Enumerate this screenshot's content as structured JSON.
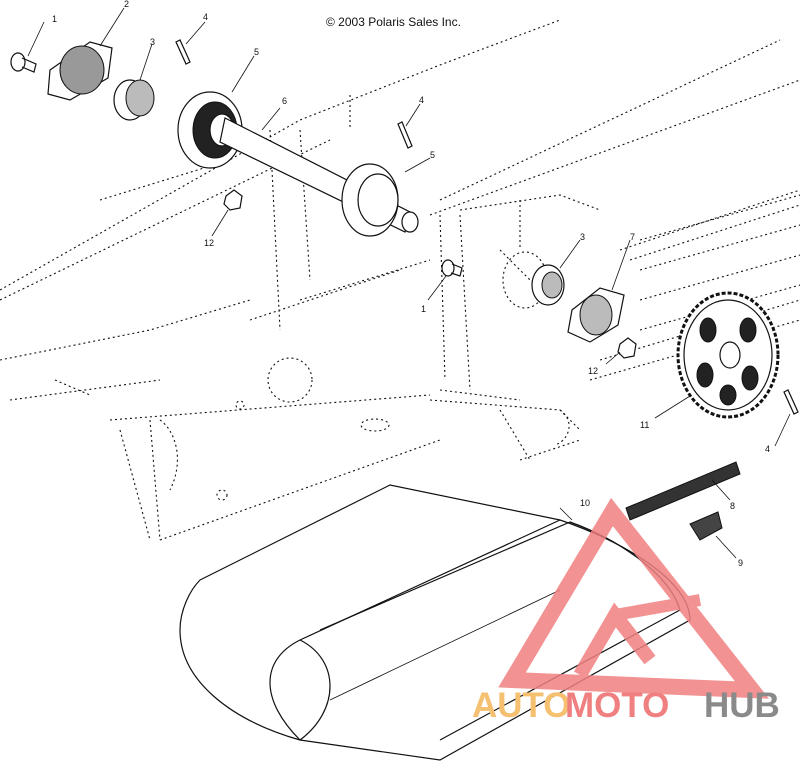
{
  "copyright": "© 2003 Polaris Sales Inc.",
  "callouts": [
    {
      "id": "c1a",
      "text": "1"
    },
    {
      "id": "c2",
      "text": "2"
    },
    {
      "id": "c3a",
      "text": "3"
    },
    {
      "id": "c4a",
      "text": "4"
    },
    {
      "id": "c5a",
      "text": "5"
    },
    {
      "id": "c6",
      "text": "6"
    },
    {
      "id": "c4b",
      "text": "4"
    },
    {
      "id": "c5b",
      "text": "5"
    },
    {
      "id": "c12a",
      "text": "12"
    },
    {
      "id": "c3b",
      "text": "3"
    },
    {
      "id": "c7",
      "text": "7"
    },
    {
      "id": "c1b",
      "text": "1"
    },
    {
      "id": "c12b",
      "text": "12"
    },
    {
      "id": "c11",
      "text": "11"
    },
    {
      "id": "c4c",
      "text": "4"
    },
    {
      "id": "c8",
      "text": "8"
    },
    {
      "id": "c10",
      "text": "10"
    },
    {
      "id": "c9",
      "text": "9"
    }
  ],
  "watermark": {
    "word_a": "AUTO",
    "word_b": "MOTO",
    "word_c": "HUB",
    "color_a": "#f5c070",
    "color_b": "#f08080",
    "color_c": "#8a8a8a"
  }
}
